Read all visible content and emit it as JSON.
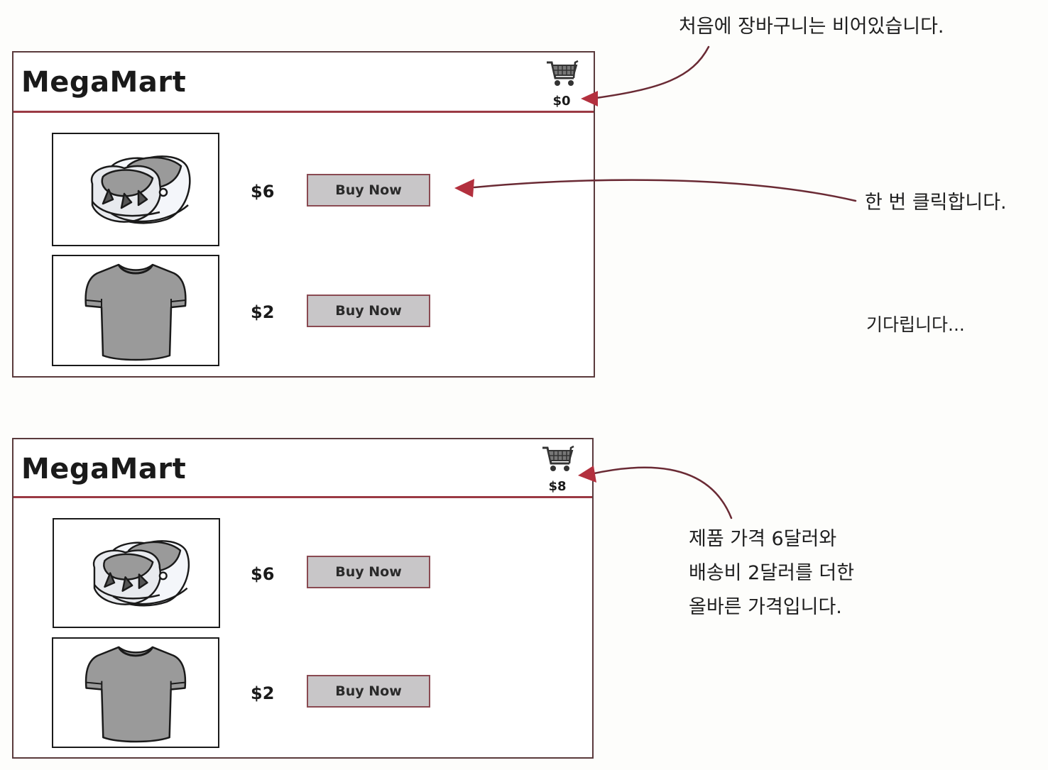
{
  "colors": {
    "accent": "#9b3a44",
    "border": "#5a3a3c",
    "button_bg": "#c8c6c8",
    "product_gray": "#9a9a9a"
  },
  "panels": [
    {
      "title": "MegaMart",
      "cart_icon": "shopping-cart-icon",
      "cart_total": "$0",
      "items": [
        {
          "image": "shoes-icon",
          "price": "$6",
          "button": "Buy Now"
        },
        {
          "image": "tshirt-icon",
          "price": "$2",
          "button": "Buy Now"
        }
      ]
    },
    {
      "title": "MegaMart",
      "cart_icon": "shopping-cart-icon",
      "cart_total": "$8",
      "items": [
        {
          "image": "shoes-icon",
          "price": "$6",
          "button": "Buy Now"
        },
        {
          "image": "tshirt-icon",
          "price": "$2",
          "button": "Buy Now"
        }
      ]
    }
  ],
  "annotations": {
    "empty_cart": "처음에 장바구니는 비어있습니다.",
    "click_once": "한 번 클릭합니다.",
    "wait": "기다립니다...",
    "correct_price": [
      "제품 가격 6달러와",
      "배송비 2달러를 더한",
      "올바른 가격입니다."
    ]
  }
}
